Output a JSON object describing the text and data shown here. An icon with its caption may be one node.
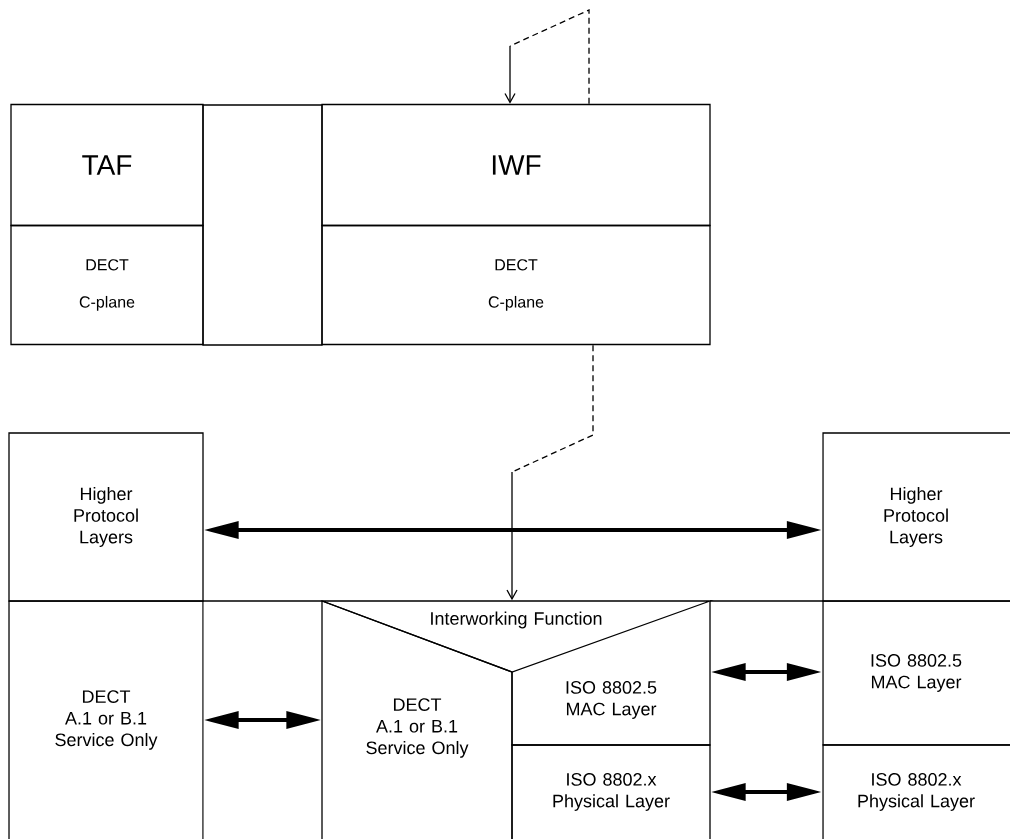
{
  "diagram": {
    "nodes": [
      {
        "text": [
          "TAF"
        ]
      },
      {
        "text": [
          "DECT",
          "C-plane"
        ]
      },
      {
        "text": [
          "IWF"
        ]
      },
      {
        "text": [
          "DECT",
          "C-plane"
        ]
      },
      {
        "text": [
          "Higher Protocol Layers"
        ]
      },
      {
        "text": [
          "Higher Protocol Layers"
        ]
      },
      {
        "text": [
          "DECT",
          "A.1 or B.1 Service Only"
        ]
      },
      {
        "text": [
          "Interworking Function"
        ]
      },
      {
        "text": [
          "DECT",
          "A.1 or B.1 Service Only"
        ]
      },
      {
        "text": [
          "ISO 8802.5 MAC Layer"
        ]
      },
      {
        "text": [
          "ISO 8802.x Physical Layer"
        ]
      },
      {
        "text": [
          "ISO 8802.5 MAC Layer"
        ]
      },
      {
        "text": [
          "ISO 8802.x Physical Layer"
        ]
      },
      {
        "text": [],
        "shape": "box"
      }
    ],
    "edges": [
      {
        "from": 2,
        "to": 2,
        "arrow": "to",
        "style": "dashed"
      },
      {
        "from": 3,
        "to": 7,
        "arrow": "to",
        "style": "dashed"
      },
      {
        "from": 4,
        "to": 5,
        "arrow": "both"
      },
      {
        "from": 6,
        "to": 8,
        "arrow": "both"
      },
      {
        "from": 9,
        "to": 11,
        "arrow": "both"
      },
      {
        "from": 10,
        "to": 12,
        "arrow": "both"
      }
    ]
  }
}
